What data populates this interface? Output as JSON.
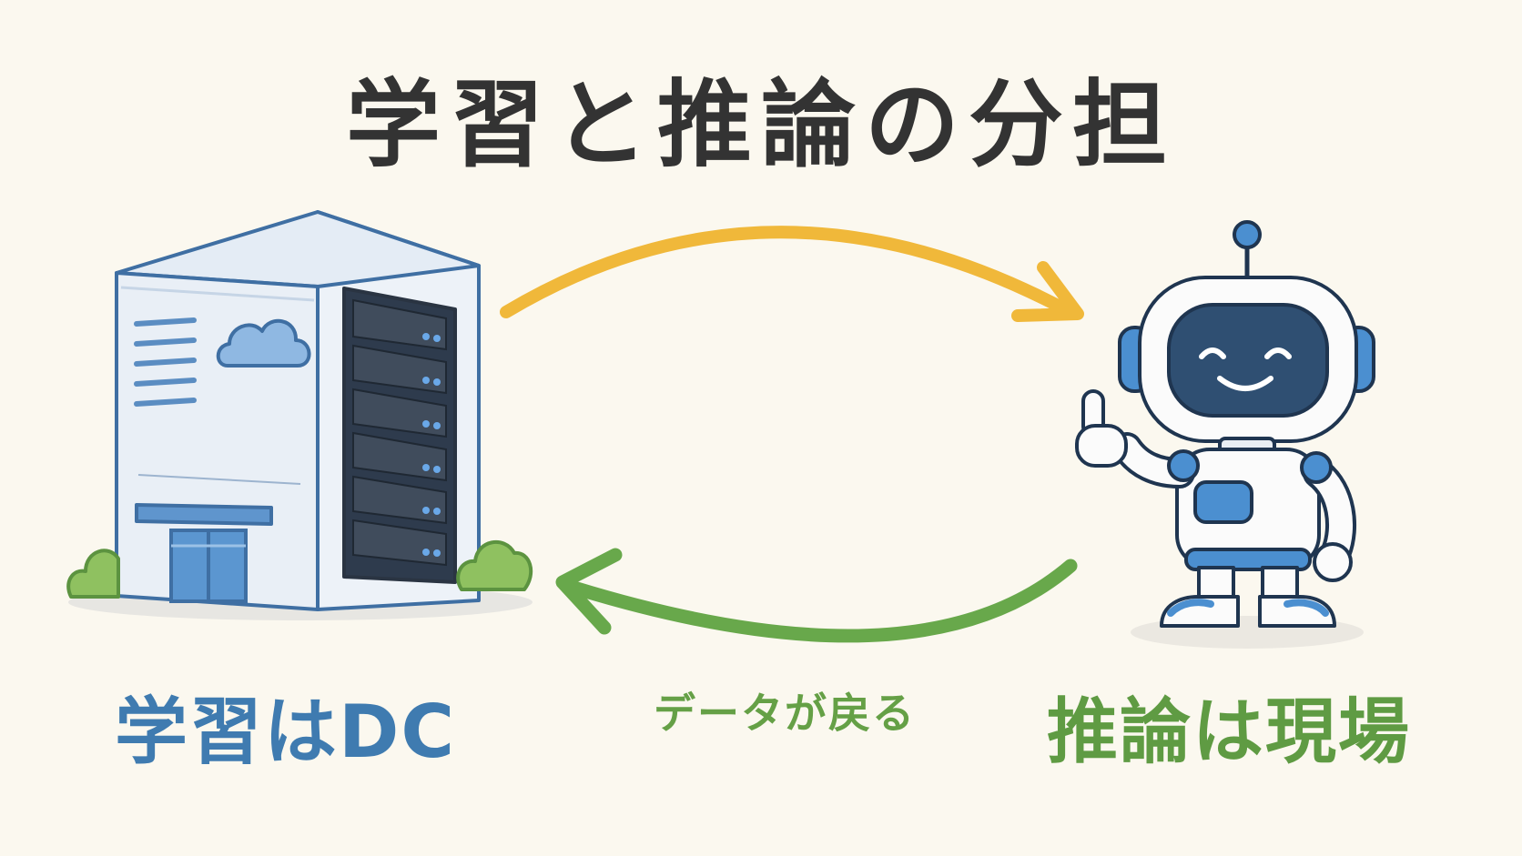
{
  "title": "学習と推論の分担",
  "labels": {
    "training": "学習はDC",
    "inference": "推論は現場",
    "data_return": "データが戻る"
  },
  "colors": {
    "background": "#fbf8ef",
    "title": "#333333",
    "training_label": "#3f7bb0",
    "inference_label": "#5f9b43",
    "forward_arrow": "#f0b83a",
    "return_arrow": "#68a84b",
    "building_blue": "#3f6fa3",
    "robot_blue": "#4b8fd0"
  },
  "icons": {
    "building": "data-center-building-icon",
    "robot": "robot-icon",
    "forward_arrow": "curved-arrow-right-icon",
    "return_arrow": "curved-arrow-left-icon"
  }
}
